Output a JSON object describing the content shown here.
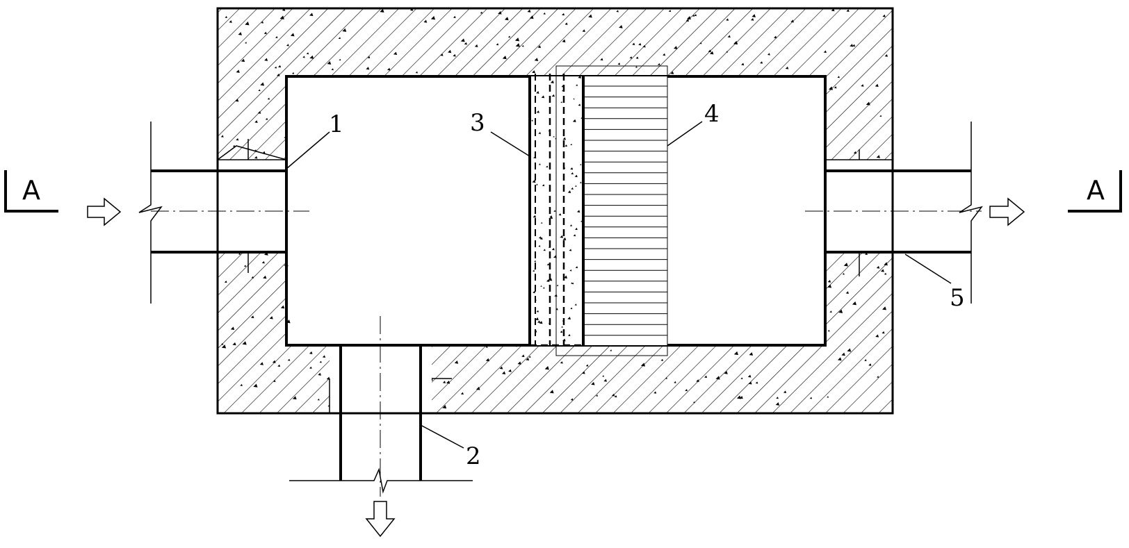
{
  "diagram": {
    "section_marker_left": "A",
    "section_marker_right": "A",
    "labels": [
      {
        "key": "inlet_pipe",
        "text": "1"
      },
      {
        "key": "outlet_bottom_pipe",
        "text": "2"
      },
      {
        "key": "screen_wall",
        "text": "3"
      },
      {
        "key": "filter_media",
        "text": "4"
      },
      {
        "key": "outlet_right_pipe",
        "text": "5"
      }
    ],
    "colors": {
      "line": "#000000",
      "background": "#ffffff"
    }
  }
}
